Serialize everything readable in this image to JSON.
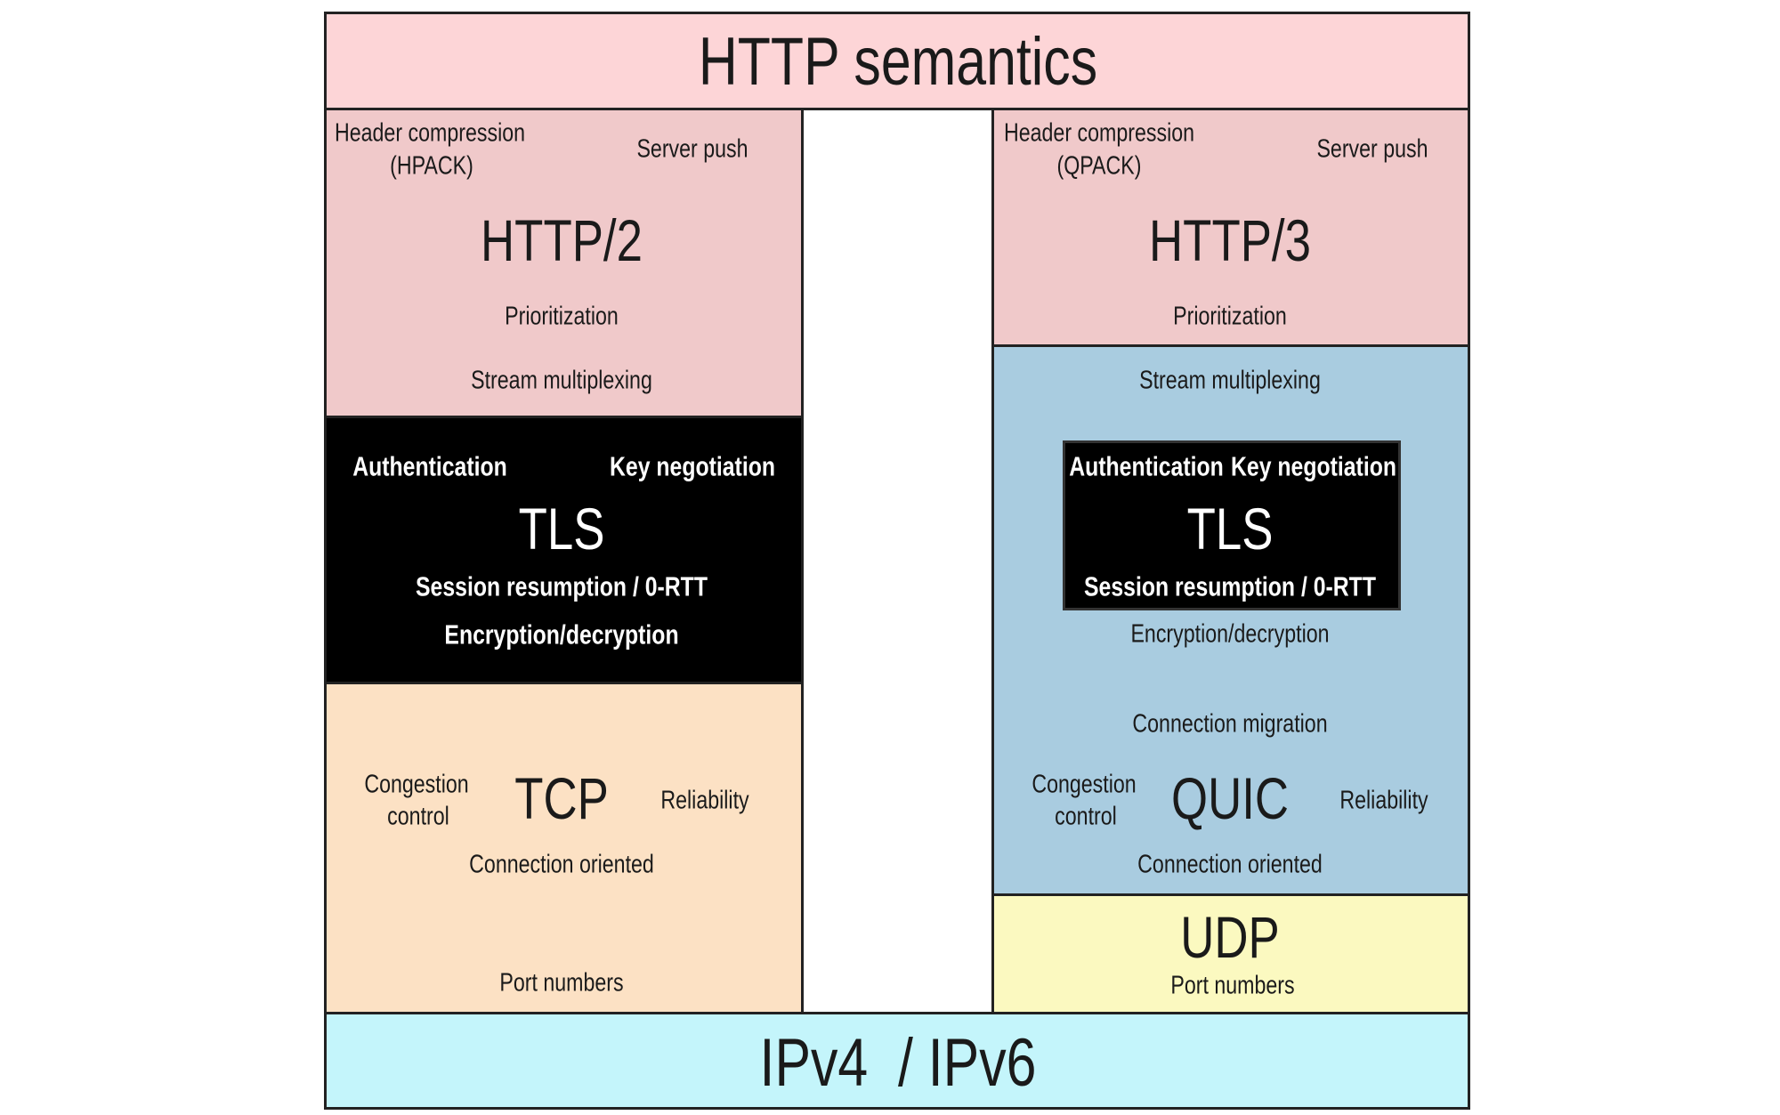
{
  "colors": {
    "http_semantics": "#fdd5d7",
    "http2": "#f0c9ca",
    "http3": "#f0c9ca",
    "tls": "#000000",
    "tcp": "#fce1c4",
    "quic": "#a9cce0",
    "udp": "#fbf9c0",
    "ip": "#c4f5fb"
  },
  "top": {
    "title": "HTTP semantics"
  },
  "left": {
    "http2": {
      "title": "HTTP/2",
      "header_compression": "Header compression",
      "hpack": "(HPACK)",
      "server_push": "Server push",
      "prioritization": "Prioritization",
      "stream_multiplexing": "Stream multiplexing"
    },
    "tls": {
      "title": "TLS",
      "authentication": "Authentication",
      "key_negotiation": "Key negotiation",
      "session_resumption": "Session resumption / 0-RTT",
      "encryption": "Encryption/decryption"
    },
    "tcp": {
      "title": "TCP",
      "congestion": "Congestion",
      "control": "control",
      "reliability": "Reliability",
      "connection_oriented": "Connection oriented",
      "port_numbers": "Port numbers"
    }
  },
  "right": {
    "http3": {
      "title": "HTTP/3",
      "header_compression": "Header compression",
      "qpack": "(QPACK)",
      "server_push": "Server push",
      "prioritization": "Prioritization"
    },
    "quic": {
      "title": "QUIC",
      "stream_multiplexing": "Stream multiplexing",
      "encryption": "Encryption/decryption",
      "connection_migration": "Connection migration",
      "congestion": "Congestion",
      "control": "control",
      "reliability": "Reliability",
      "connection_oriented": "Connection oriented"
    },
    "tls": {
      "title": "TLS",
      "authentication": "Authentication",
      "key_negotiation": "Key negotiation",
      "session_resumption": "Session resumption / 0-RTT"
    },
    "udp": {
      "title": "UDP",
      "port_numbers": "Port numbers"
    }
  },
  "bottom": {
    "title": "IPv4  / IPv6"
  }
}
